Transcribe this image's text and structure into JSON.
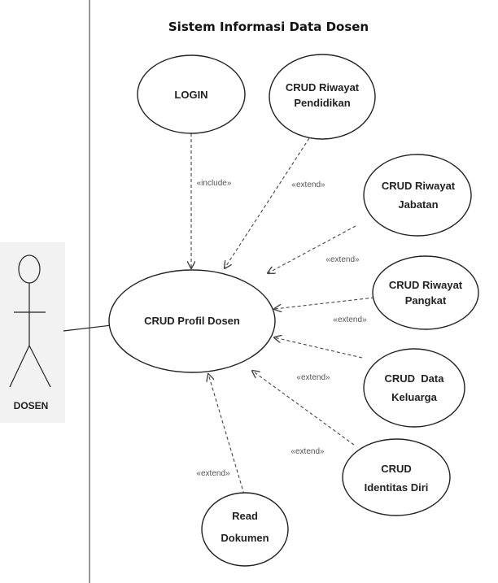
{
  "system": {
    "title": "Sistem Informasi Data Dosen"
  },
  "actor": {
    "name": "DOSEN"
  },
  "use_cases": {
    "login": [
      "LOGIN"
    ],
    "riwayat_pendidikan": [
      "CRUD Riwayat",
      "Pendidikan"
    ],
    "riwayat_jabatan": [
      "CRUD Riwayat",
      "Jabatan"
    ],
    "riwayat_pangkat": [
      "CRUD Riwayat",
      "Pangkat"
    ],
    "profil_dosen": [
      "CRUD Profil Dosen"
    ],
    "data_keluarga": [
      "CRUD  Data",
      "Keluarga"
    ],
    "identitas_diri": [
      "CRUD",
      "Identitas Diri"
    ],
    "read_dokumen": [
      "Read",
      "Dokumen"
    ]
  },
  "relations": {
    "login": "«include»",
    "riwayat_pendidikan": "«extend»",
    "riwayat_jabatan": "«extend»",
    "riwayat_pangkat": "«extend»",
    "data_keluarga": "«extend»",
    "identitas_diri": "«extend»",
    "read_dokumen": "«extend»"
  },
  "colors": {
    "line": "#222222",
    "boundary": "#555555",
    "actor_bg": "#f2f2f2"
  }
}
